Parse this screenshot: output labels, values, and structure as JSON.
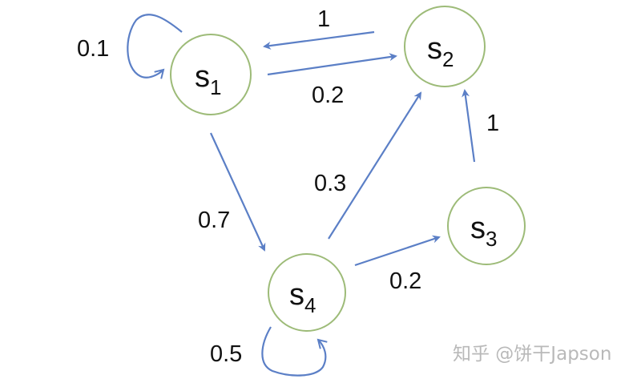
{
  "states": [
    {
      "id": "s1",
      "letter": "s",
      "sub": "1"
    },
    {
      "id": "s2",
      "letter": "s",
      "sub": "2"
    },
    {
      "id": "s3",
      "letter": "s",
      "sub": "3"
    },
    {
      "id": "s4",
      "letter": "s",
      "sub": "4"
    }
  ],
  "transitions": [
    {
      "from": "s2",
      "to": "s1",
      "prob": "1"
    },
    {
      "from": "s1",
      "to": "s2",
      "prob": "0.2"
    },
    {
      "from": "s1",
      "to": "s1",
      "prob": "0.1"
    },
    {
      "from": "s1",
      "to": "s4",
      "prob": "0.7"
    },
    {
      "from": "s4",
      "to": "s2",
      "prob": "0.3"
    },
    {
      "from": "s3",
      "to": "s2",
      "prob": "1"
    },
    {
      "from": "s4",
      "to": "s3",
      "prob": "0.2"
    },
    {
      "from": "s4",
      "to": "s4",
      "prob": "0.5"
    }
  ],
  "colors": {
    "node": "#9dbb78",
    "edge": "#5b7fc6"
  },
  "watermark": "知乎 @饼干Japson"
}
